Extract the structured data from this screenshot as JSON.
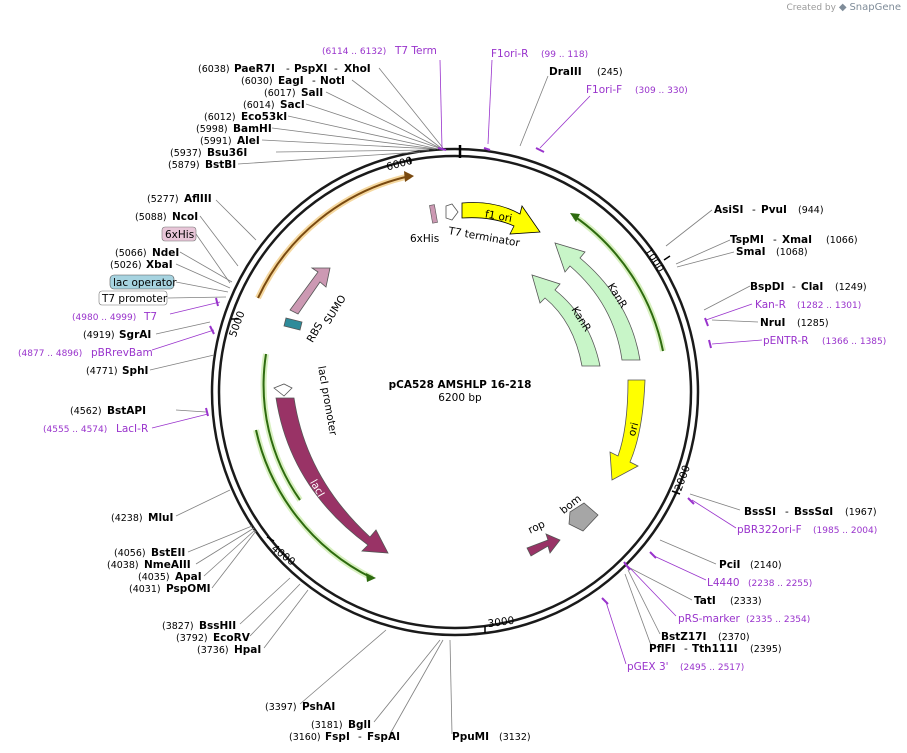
{
  "watermark": {
    "created_by": "Created by",
    "brand": "SnapGene"
  },
  "plasmid": {
    "name": "pCA528 AMSHLP 16-218",
    "size": "6200 bp"
  },
  "ticks": [
    "1000",
    "2000",
    "3000",
    "4000",
    "5000",
    "6000"
  ],
  "features": {
    "f1ori": "f1 ori",
    "kanr_outer": "KanR",
    "kanr_inner": "KanR",
    "ori": "ori",
    "bom": "bom",
    "rop": "rop",
    "laci": "lacI",
    "laci_promoter": "lacI promoter",
    "sumo": "SUMO",
    "rbs": "RBS",
    "his": "6xHis",
    "t7_term": "T7 terminator"
  },
  "left_boxes": {
    "his": "6xHis",
    "lac_operator": "lac operator",
    "t7_promoter": "T7 promoter"
  },
  "sites": {
    "paer7i": {
      "pos": "(6038)",
      "name": "PaeR7I",
      "name2": "PspXI",
      "name3": "XhoI"
    },
    "eagi": {
      "pos": "(6030)",
      "name": "EagI",
      "name2": "NotI"
    },
    "sali": {
      "pos": "(6017)",
      "name": "SalI"
    },
    "saci": {
      "pos": "(6014)",
      "name": "SacI"
    },
    "eco53ki": {
      "pos": "(6012)",
      "name": "Eco53kI"
    },
    "bamhi": {
      "pos": "(5998)",
      "name": "BamHI"
    },
    "alei": {
      "pos": "(5991)",
      "name": "AleI"
    },
    "bsu36i": {
      "pos": "(5937)",
      "name": "Bsu36I"
    },
    "bstbi": {
      "pos": "(5879)",
      "name": "BstBI"
    },
    "aflii": {
      "pos": "(5277)",
      "name": "AflIII"
    },
    "ncoi": {
      "pos": "(5088)",
      "name": "NcoI"
    },
    "ndei": {
      "pos": "(5066)",
      "name": "NdeI"
    },
    "xbai": {
      "pos": "(5026)",
      "name": "XbaI"
    },
    "sgrai": {
      "pos": "(4919)",
      "name": "SgrAI"
    },
    "sphi": {
      "pos": "(4771)",
      "name": "SphI"
    },
    "bstapi": {
      "pos": "(4562)",
      "name": "BstAPI"
    },
    "mlui": {
      "pos": "(4238)",
      "name": "MluI"
    },
    "bsteii": {
      "pos": "(4056)",
      "name": "BstEII"
    },
    "nmeaiii": {
      "pos": "(4038)",
      "name": "NmeAIII"
    },
    "apai": {
      "pos": "(4035)",
      "name": "ApaI"
    },
    "pspomi": {
      "pos": "(4031)",
      "name": "PspOMI"
    },
    "bsshii": {
      "pos": "(3827)",
      "name": "BssHII"
    },
    "ecorv": {
      "pos": "(3792)",
      "name": "EcoRV"
    },
    "hpai": {
      "pos": "(3736)",
      "name": "HpaI"
    },
    "pshai": {
      "pos": "(3397)",
      "name": "PshAI"
    },
    "bgli": {
      "pos": "(3181)",
      "name": "BglI"
    },
    "fspi": {
      "pos": "(3160)",
      "name": "FspI",
      "name2": "FspAI"
    },
    "ppumi": {
      "name": "PpuMI",
      "pos": "(3132)"
    },
    "draiii": {
      "name": "DraIII",
      "pos": "(245)"
    },
    "asisi": {
      "name": "AsiSI",
      "name2": "PvuI",
      "pos": "(944)"
    },
    "tspmi": {
      "name": "TspMI",
      "name2": "XmaI",
      "pos": "(1066)"
    },
    "smai": {
      "name": "SmaI",
      "pos": "(1068)"
    },
    "bspdi": {
      "name": "BspDI",
      "name2": "ClaI",
      "pos": "(1249)"
    },
    "nrui": {
      "name": "NruI",
      "pos": "(1285)"
    },
    "bsssi": {
      "name": "BssSI",
      "name2": "BssSαI",
      "pos": "(1967)"
    },
    "pcii": {
      "name": "PciI",
      "pos": "(2140)"
    },
    "tati": {
      "name": "TatI",
      "pos": "(2333)"
    },
    "bstz17i": {
      "name": "BstZ17I",
      "pos": "(2370)"
    },
    "pflfi": {
      "name": "PflFI",
      "name2": "Tth111I",
      "pos": "(2395)"
    }
  },
  "primers": {
    "t7term": {
      "range": "(6114 .. 6132)",
      "name": "T7 Term"
    },
    "f1ori_r": {
      "name": "F1ori-R",
      "range": "(99 .. 118)"
    },
    "f1ori_f": {
      "name": "F1ori-F",
      "range": "(309 .. 330)"
    },
    "kan_r": {
      "name": "Kan-R",
      "range": "(1282 .. 1301)"
    },
    "pentr_r": {
      "name": "pENTR-R",
      "range": "(1366 .. 1385)"
    },
    "pbr322ori_f": {
      "name": "pBR322ori-F",
      "range": "(1985 .. 2004)"
    },
    "l4440": {
      "name": "L4440",
      "range": "(2238 .. 2255)"
    },
    "prs_marker": {
      "name": "pRS-marker",
      "range": "(2335 .. 2354)"
    },
    "pgex3": {
      "name": "pGEX 3'",
      "range": "(2495 .. 2517)"
    },
    "t7": {
      "range": "(4980 .. 4999)",
      "name": "T7"
    },
    "pbrrevbam": {
      "range": "(4877 .. 4896)",
      "name": "pBRrevBam"
    },
    "laci_r": {
      "range": "(4555 .. 4574)",
      "name": "LacI-R"
    }
  },
  "colors": {
    "backbone": "#1a1a1a",
    "f1ori": "#ffff00",
    "kanr": "#c8f5c8",
    "ori": "#ffff00",
    "laci": "#993366",
    "sumo": "#cc99b3",
    "bom": "#a6a6a6",
    "primer": "#9933cc",
    "orf_green": "#2e6b0f",
    "orf_orange": "#7a4a10"
  }
}
